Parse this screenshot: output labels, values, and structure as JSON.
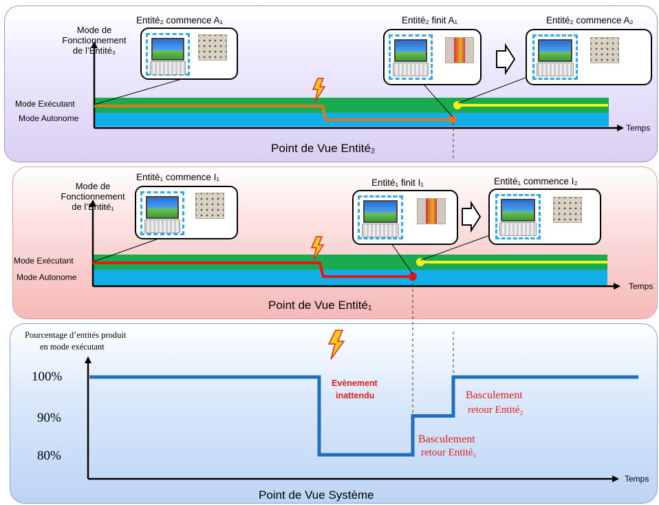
{
  "panel_entite2": {
    "y_axis_label": "Mode de Fonctionnement de l’Entité₂",
    "mode_executant": "Mode Exécutant",
    "mode_autonome": "Mode Autonome",
    "x_axis_label": "Temps",
    "title": "Point de Vue Entité₂",
    "caption_start": "Entité₂ commence A₁",
    "caption_finish": "Entité₂ finit A₁",
    "caption_next": "Entité₂ commence A₂"
  },
  "panel_entite1": {
    "y_axis_label": "Mode de Fonctionnement de l’Entité₁",
    "mode_executant": "Mode Exécutant",
    "mode_autonome": "Mode Autonome",
    "x_axis_label": "Temps",
    "title": "Point de Vue Entité₁",
    "caption_start": "Entité₁ commence I₁",
    "caption_finish": "Entité₁ finit I₁",
    "caption_next": "Entité₁ commence I₂"
  },
  "panel_systeme": {
    "y_axis_label_line1": "Pourcentage d’entités produit",
    "y_axis_label_line2": "en mode exécutant",
    "tick_100": "100%",
    "tick_90": "90%",
    "tick_80": "80%",
    "x_axis_label": "Temps",
    "title": "Point de Vue Système",
    "event_line1": "Evènement",
    "event_line2": "inattendu",
    "switch1_line1": "Basculement",
    "switch1_line2": "retour Entité₁",
    "switch2_line1": "Basculement",
    "switch2_line2": "retour Entité₂"
  },
  "colors": {
    "green_band": "#1aab50",
    "blue_band": "#12aee8",
    "orange_line": "#d97a22",
    "red_line": "#e81616",
    "yellow_line": "#f2f21c",
    "step_line": "#1f6fbf",
    "event_text": "#e01e1e"
  },
  "chart_data": {
    "type": "line",
    "y_unit": "%",
    "yticks": [
      80,
      90,
      100
    ],
    "series": [
      {
        "values": [
          100,
          80,
          90,
          100
        ]
      }
    ]
  }
}
